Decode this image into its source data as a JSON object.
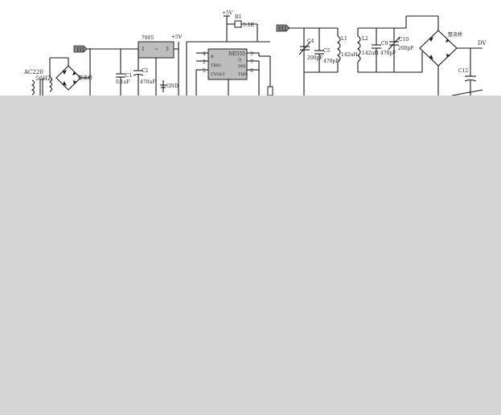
{
  "labels": {
    "ac_input": "AC220",
    "transformer": "50HZ",
    "bridge1": "整流桥",
    "node_left": "VI1",
    "regulator": "7805",
    "reg_pin_in": "1",
    "reg_pin_gnd": "2",
    "reg_pin_out": "3",
    "vcc_reg": "+5V",
    "c1": "C1",
    "c1_val": "0.1uF",
    "c2": "C2",
    "c2_val": "470uF",
    "gnd": "GND",
    "vcc_top": "+5V",
    "r1": "R1",
    "r1_val": "5.1K",
    "node_mid": "VI2",
    "timer": "NE555",
    "timer_pins_left": [
      "4",
      "2",
      "5"
    ],
    "timer_pins_right": [
      "3",
      "7",
      "6"
    ],
    "timer_pin_left_names": [
      "R",
      "TRIG",
      "CVOLT"
    ],
    "timer_pin_right_names": [
      "Q",
      "DIS",
      "THR"
    ],
    "c4": "C4",
    "c4_val": "200pF",
    "c5": "C5",
    "c5_val": "470pF",
    "l1": "L1",
    "l1_val": "142uH",
    "l2": "L2",
    "l2_val": "142uH",
    "c9": "C9",
    "c9_val": "470pF",
    "c10": "C10",
    "c10_val": "200pF",
    "bridge2": "整流桥",
    "output": "DV",
    "c12": "C12"
  }
}
